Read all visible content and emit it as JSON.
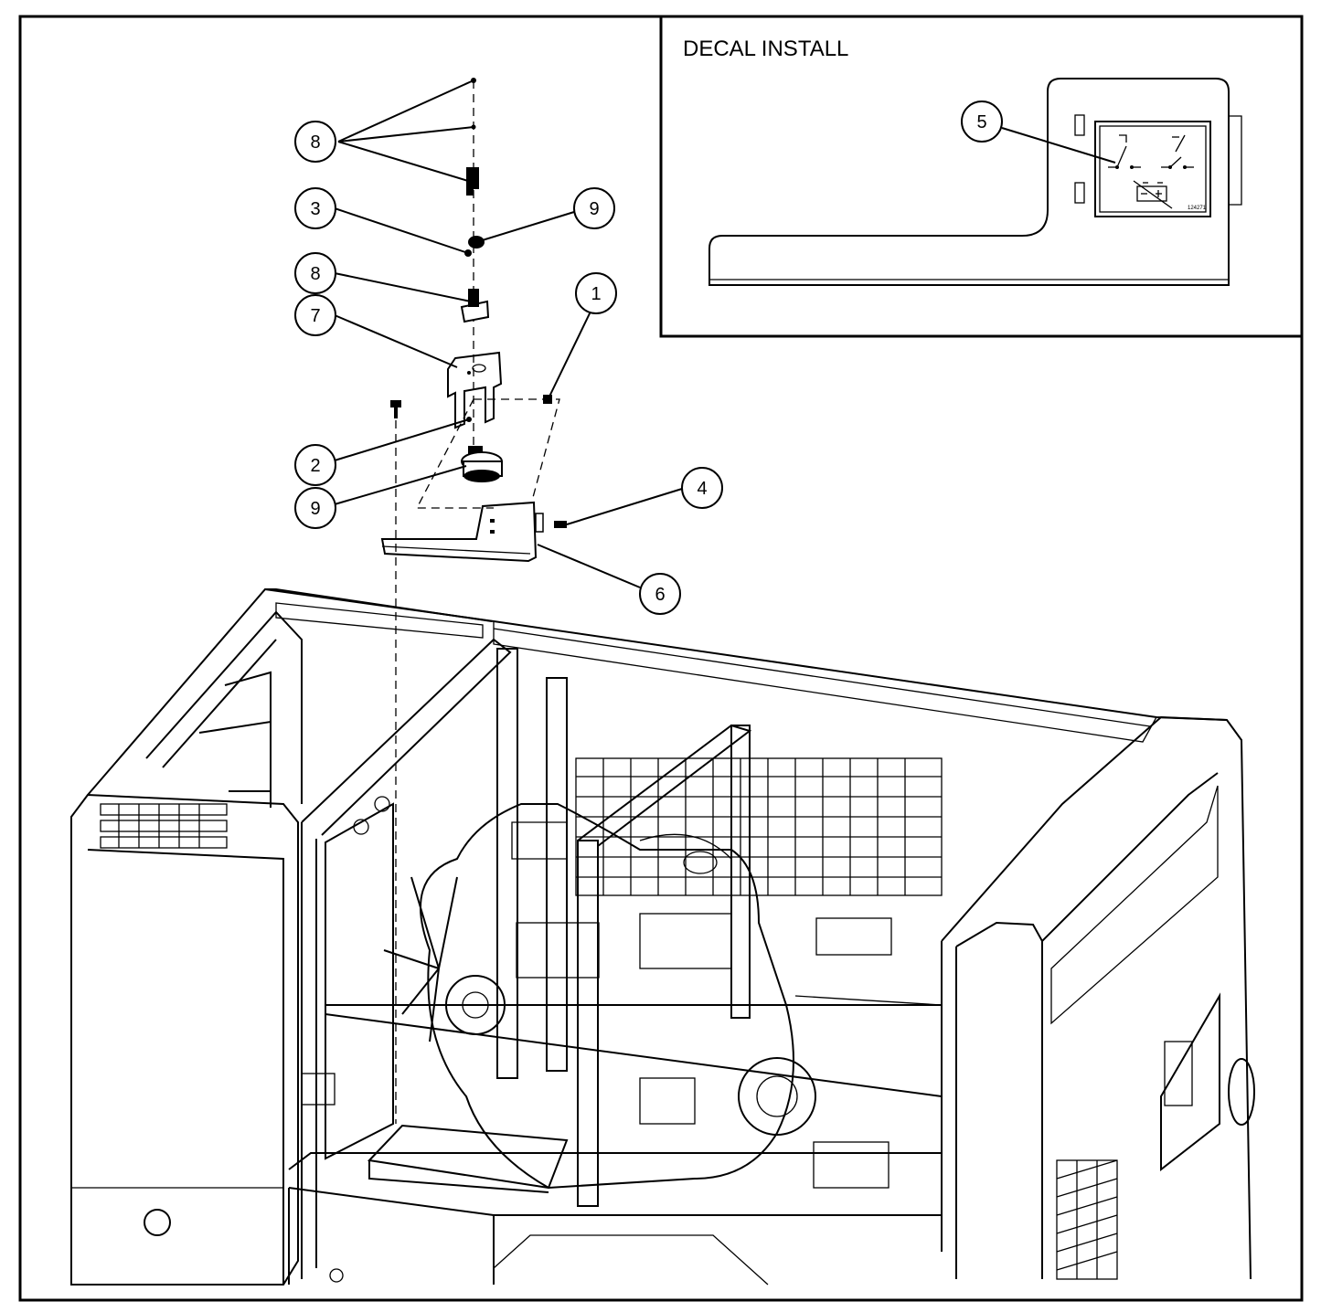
{
  "inset": {
    "title": "DECAL INSTALL",
    "decal_code": "124271"
  },
  "callouts": [
    {
      "id": "c8a",
      "label": "8"
    },
    {
      "id": "c3",
      "label": "3"
    },
    {
      "id": "c9a",
      "label": "9"
    },
    {
      "id": "c8b",
      "label": "8"
    },
    {
      "id": "c7",
      "label": "7"
    },
    {
      "id": "c1",
      "label": "1"
    },
    {
      "id": "c2",
      "label": "2"
    },
    {
      "id": "c9b",
      "label": "9"
    },
    {
      "id": "c4",
      "label": "4"
    },
    {
      "id": "c6",
      "label": "6"
    },
    {
      "id": "c5",
      "label": "5"
    }
  ],
  "decal_icons": [
    "preheat-switch-icon",
    "start-switch-icon",
    "battery-icon"
  ]
}
